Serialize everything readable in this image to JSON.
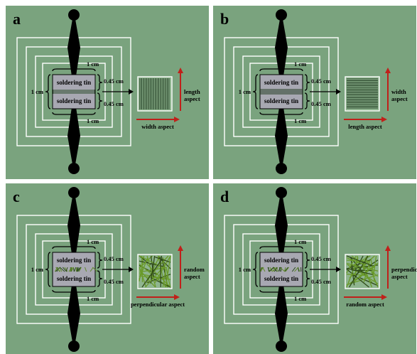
{
  "panels": [
    {
      "letter": "a",
      "tin_top": "soldering tin",
      "tin_bottom": "soldering tin",
      "dim_top": "1 cm",
      "dim_left": "1 cm",
      "dim_bottom": "1 cm",
      "dim_right_top": "0.45 cm",
      "dim_right_bottom": "0.45 cm",
      "fiber_pattern": "vertical",
      "side_label": [
        "length",
        "aspect"
      ],
      "bottom_label": "width aspect"
    },
    {
      "letter": "b",
      "tin_top": "soldering tin",
      "tin_bottom": "soldering tin",
      "dim_top": "1 cm",
      "dim_left": "1 cm",
      "dim_bottom": "1 cm",
      "dim_right_top": "0.45 cm",
      "dim_right_bottom": "0.45 cm",
      "fiber_pattern": "horizontal",
      "side_label": [
        "width",
        "aspect"
      ],
      "bottom_label": "length aspect"
    },
    {
      "letter": "c",
      "tin_top": "soldering tin",
      "tin_bottom": "soldering tin",
      "dim_top": "1 cm",
      "dim_left": "1 cm",
      "dim_bottom": "1 cm",
      "dim_right_top": "0.45 cm",
      "dim_right_bottom": "0.45 cm",
      "fiber_pattern": "random",
      "side_label": [
        "random",
        "aspect"
      ],
      "bottom_label": "perpendicular aspect"
    },
    {
      "letter": "d",
      "tin_top": "soldering tin",
      "tin_bottom": "soldering tin",
      "dim_top": "1 cm",
      "dim_left": "1 cm",
      "dim_bottom": "1 cm",
      "dim_right_top": "0.45 cm",
      "dim_right_bottom": "0.45 cm",
      "fiber_pattern": "random",
      "side_label": [
        "perpendicular",
        "aspect"
      ],
      "bottom_label": "random aspect"
    }
  ],
  "colors": {
    "background": "#7aa37e",
    "tin": "#a8a8b2",
    "arrow_red": "#c0201a",
    "fiber_dark": "#1f3a20",
    "fiber_green": "#5f8a2a"
  }
}
